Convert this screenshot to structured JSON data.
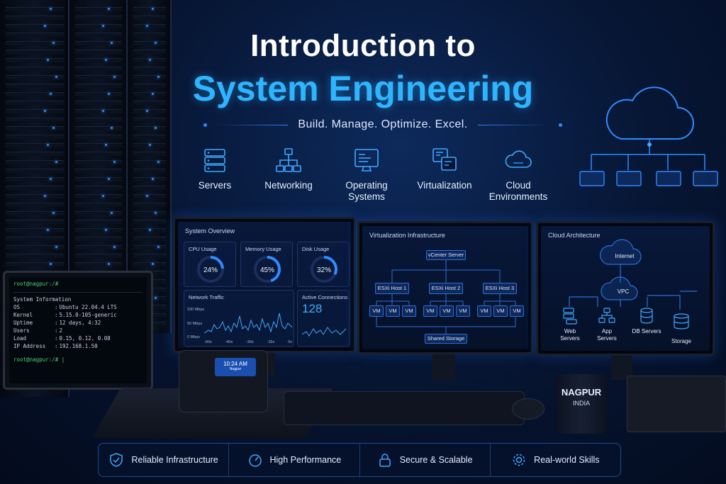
{
  "title": {
    "line1": "Introduction to",
    "line2": "System Engineering",
    "tagline": "Build. Manage. Optimize. Excel."
  },
  "topics": [
    {
      "label": "Servers",
      "icon": "server-stack-icon"
    },
    {
      "label": "Networking",
      "icon": "network-topology-icon"
    },
    {
      "label": "Operating Systems",
      "icon": "monitor-icon"
    },
    {
      "label": "Virtualization",
      "icon": "virtual-windows-icon"
    },
    {
      "label": "Cloud Environments",
      "icon": "cloud-icon"
    }
  ],
  "system_overview": {
    "title": "System Overview",
    "cpu": {
      "label": "CPU Usage",
      "value": "24%",
      "fraction": 0.24
    },
    "memory": {
      "label": "Memory Usage",
      "value": "45%",
      "fraction": 0.45
    },
    "disk": {
      "label": "Disk Usage",
      "value": "32%",
      "fraction": 0.32
    },
    "network": {
      "label": "Network Traffic",
      "y_ticks": [
        "100 Mbps",
        "50 Mbps",
        "0 Mbps"
      ],
      "x_ticks": [
        "-60s",
        "-40s",
        "-30s",
        "-35s",
        "0s"
      ]
    },
    "connections": {
      "label": "Active Connections",
      "value": "128"
    }
  },
  "virtualization": {
    "title": "Virtualization Infrastructure",
    "vcenter": "vCenter Server",
    "hosts": [
      "ESXi Host 1",
      "ESXi Host 2",
      "ESXi Host 3"
    ],
    "vm_label": "VM",
    "storage": "Shared Storage"
  },
  "cloud": {
    "title": "Cloud Architecture",
    "internet": "Internet",
    "vpc": "VPC",
    "nodes": [
      {
        "label": "Web Servers"
      },
      {
        "label": "App Servers"
      },
      {
        "label": "DB Servers"
      },
      {
        "label": "Storage"
      }
    ]
  },
  "terminal": {
    "prompt": "root@nagpur:/#",
    "heading": "System Information",
    "rows": [
      {
        "key": "OS",
        "value": "Ubuntu 22.04.4 LTS"
      },
      {
        "key": "Kernel",
        "value": "5.15.0-105-generic"
      },
      {
        "key": "Uptime",
        "value": "12 days, 4:32"
      },
      {
        "key": "Users",
        "value": "2"
      },
      {
        "key": "Load",
        "value": "0.15, 0.12, 0.08"
      },
      {
        "key": "IP Address",
        "value": "192.168.1.50"
      }
    ],
    "prompt_end": "root@nagpur:/# |"
  },
  "phone": {
    "time": "10:24 AM",
    "sub": "Nagpur"
  },
  "mug": {
    "line1": "NAGPUR",
    "line2": "INDIA"
  },
  "features": [
    {
      "label": "Reliable Infrastructure",
      "icon": "shield-check-icon"
    },
    {
      "label": "High Performance",
      "icon": "speedometer-icon"
    },
    {
      "label": "Secure & Scalable",
      "icon": "padlock-icon"
    },
    {
      "label": "Real-world Skills",
      "icon": "gear-icon"
    }
  ],
  "colors": {
    "accent": "#2fb4ff",
    "line": "#2b6fd8",
    "background": "#071634"
  }
}
